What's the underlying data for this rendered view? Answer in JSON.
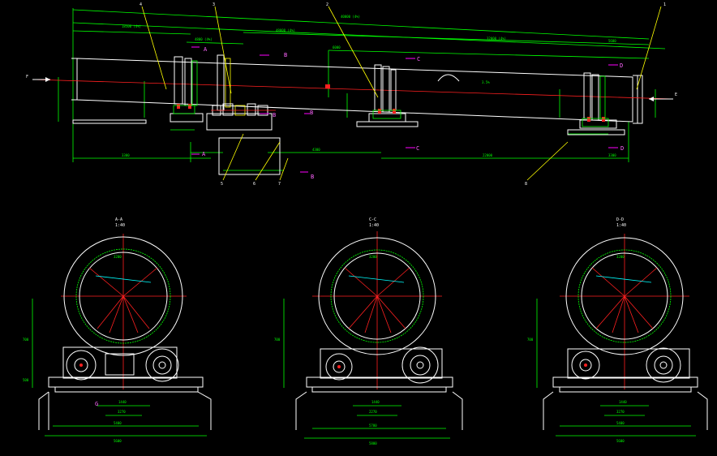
{
  "colors": {
    "background": "#000000",
    "outline": "#ffffff",
    "dimension": "#00ff00",
    "centerline": "#ff2020",
    "section_marker": "#ff00ff",
    "leader": "#ffff00"
  },
  "elevation": {
    "part_numbers": [
      "1",
      "2",
      "3",
      "4",
      "5",
      "6",
      "7",
      "8"
    ],
    "flow_labels": {
      "feed_end": "F",
      "discharge_end": "E"
    },
    "section_letters": [
      "A",
      "A",
      "B",
      "B",
      "B",
      "B",
      "C",
      "C",
      "D",
      "D"
    ],
    "dimensions": [
      "18500 (4%)",
      "4800 (4%)",
      "6000",
      "40000 (4%)",
      "48000 (4%)",
      "32000 (4%)",
      "5600",
      "3300",
      "22000",
      "4300",
      "3300"
    ],
    "slope_text": "3.5%"
  },
  "sections": [
    {
      "id": "A-A",
      "title": "A-A",
      "scale": "1:40",
      "bottom_letter": "G",
      "dimensions": [
        "5400",
        "5600",
        "3270",
        "1440",
        "3200",
        "700",
        "500"
      ]
    },
    {
      "id": "C-C",
      "title": "C-C",
      "scale": "1:40",
      "dimensions": [
        "5780",
        "5800",
        "2270",
        "1440",
        "3200",
        "700"
      ]
    },
    {
      "id": "D-D",
      "title": "D-D",
      "scale": "1:40",
      "dimensions": [
        "5400",
        "5600",
        "3270",
        "1440",
        "3200",
        "700"
      ]
    }
  ]
}
